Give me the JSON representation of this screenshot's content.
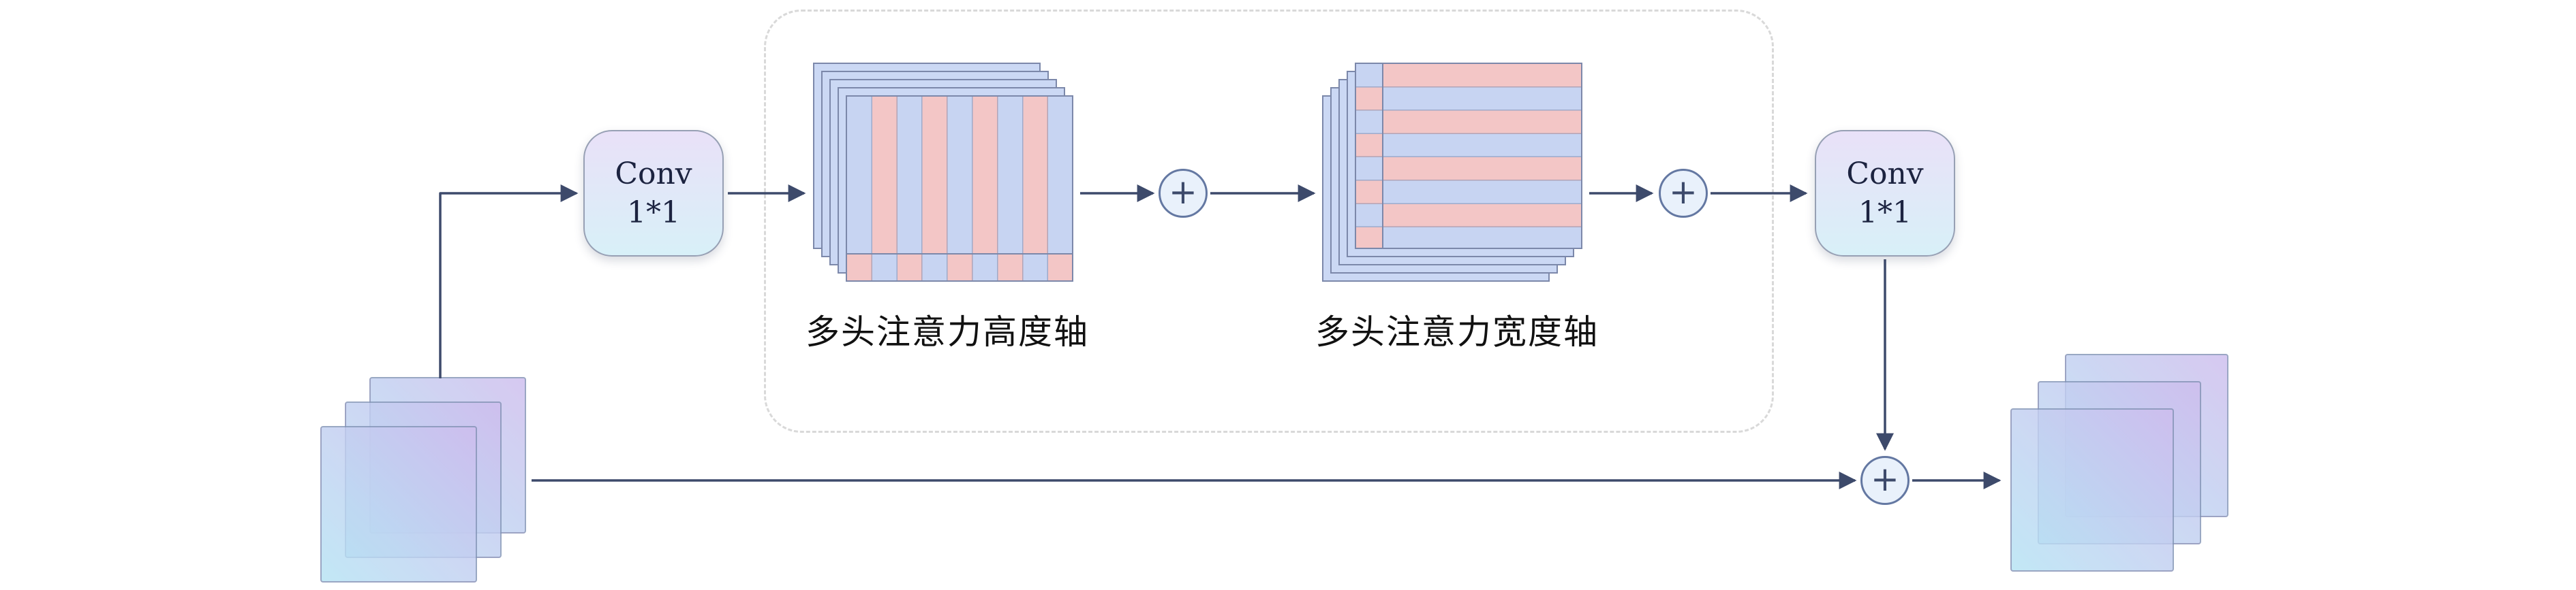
{
  "blocks": {
    "conv1": {
      "line1": "Conv",
      "line2": "1*1"
    },
    "conv2": {
      "line1": "Conv",
      "line2": "1*1"
    },
    "plus1": "+",
    "plus2": "+",
    "plus3": "+",
    "height_attention_label": "多头注意力高度轴",
    "width_attention_label": "多头注意力宽度轴"
  },
  "colors": {
    "arrow": "#3d4a6b",
    "stripe_pink": "#f3c6c6",
    "stripe_blue": "#c7d4f2",
    "sheet_blue": "#cbd8f4",
    "sheet_border": "#7c88aa",
    "feature_cyan": "#b5e3f4",
    "feature_purple": "#cebdee",
    "conv_top": "#e9e1f8",
    "conv_bottom": "#d8f0f8",
    "plus_fill": "#e9f1fb",
    "plus_border": "#6478a2",
    "dashed_border": "#d9d9d9",
    "text": "#1c2340"
  }
}
